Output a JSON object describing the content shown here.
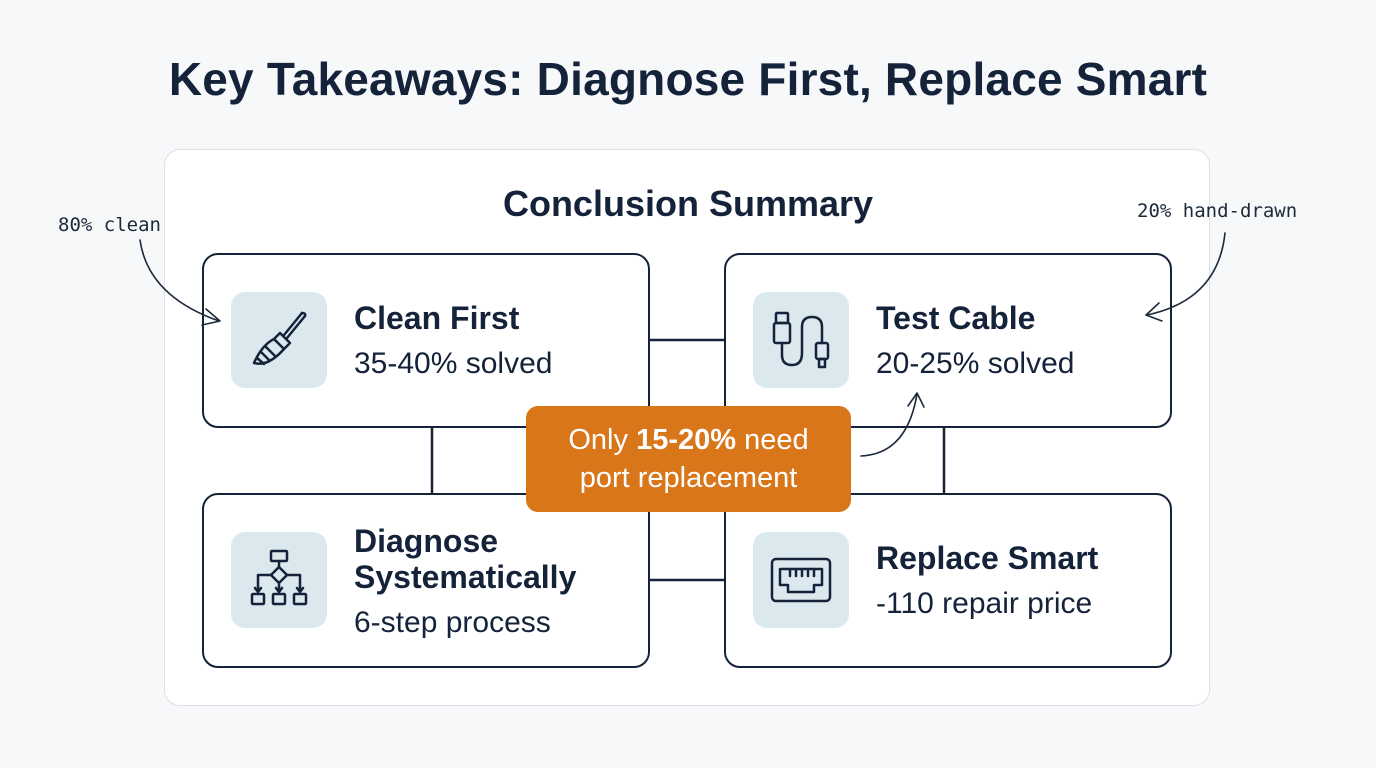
{
  "title": "Key Takeaways: Diagnose First, Replace Smart",
  "panel": {
    "title": "Conclusion Summary"
  },
  "cards": [
    {
      "heading_line1": "Clean First",
      "heading_line2": "",
      "subtitle": "35-40% solved",
      "icon": "brush-icon"
    },
    {
      "heading_line1": "Test Cable",
      "heading_line2": "",
      "subtitle": "20-25% solved",
      "icon": "usb-cable-icon"
    },
    {
      "heading_line1": "Diagnose",
      "heading_line2": "Systematically",
      "subtitle": "6-step process",
      "icon": "flowchart-icon"
    },
    {
      "heading_line1": "Replace Smart",
      "heading_line2": "",
      "subtitle": "-110 repair price",
      "icon": "port-icon"
    }
  ],
  "callout": {
    "prefix": "Only ",
    "highlight": "15-20%",
    "suffix": " need",
    "line2": "port replacement"
  },
  "annotations": {
    "left": "80% clean",
    "right": "20% hand-drawn"
  },
  "colors": {
    "ink": "#14233a",
    "callout": "#d9761a",
    "icon_bg": "#dbe8ee"
  }
}
